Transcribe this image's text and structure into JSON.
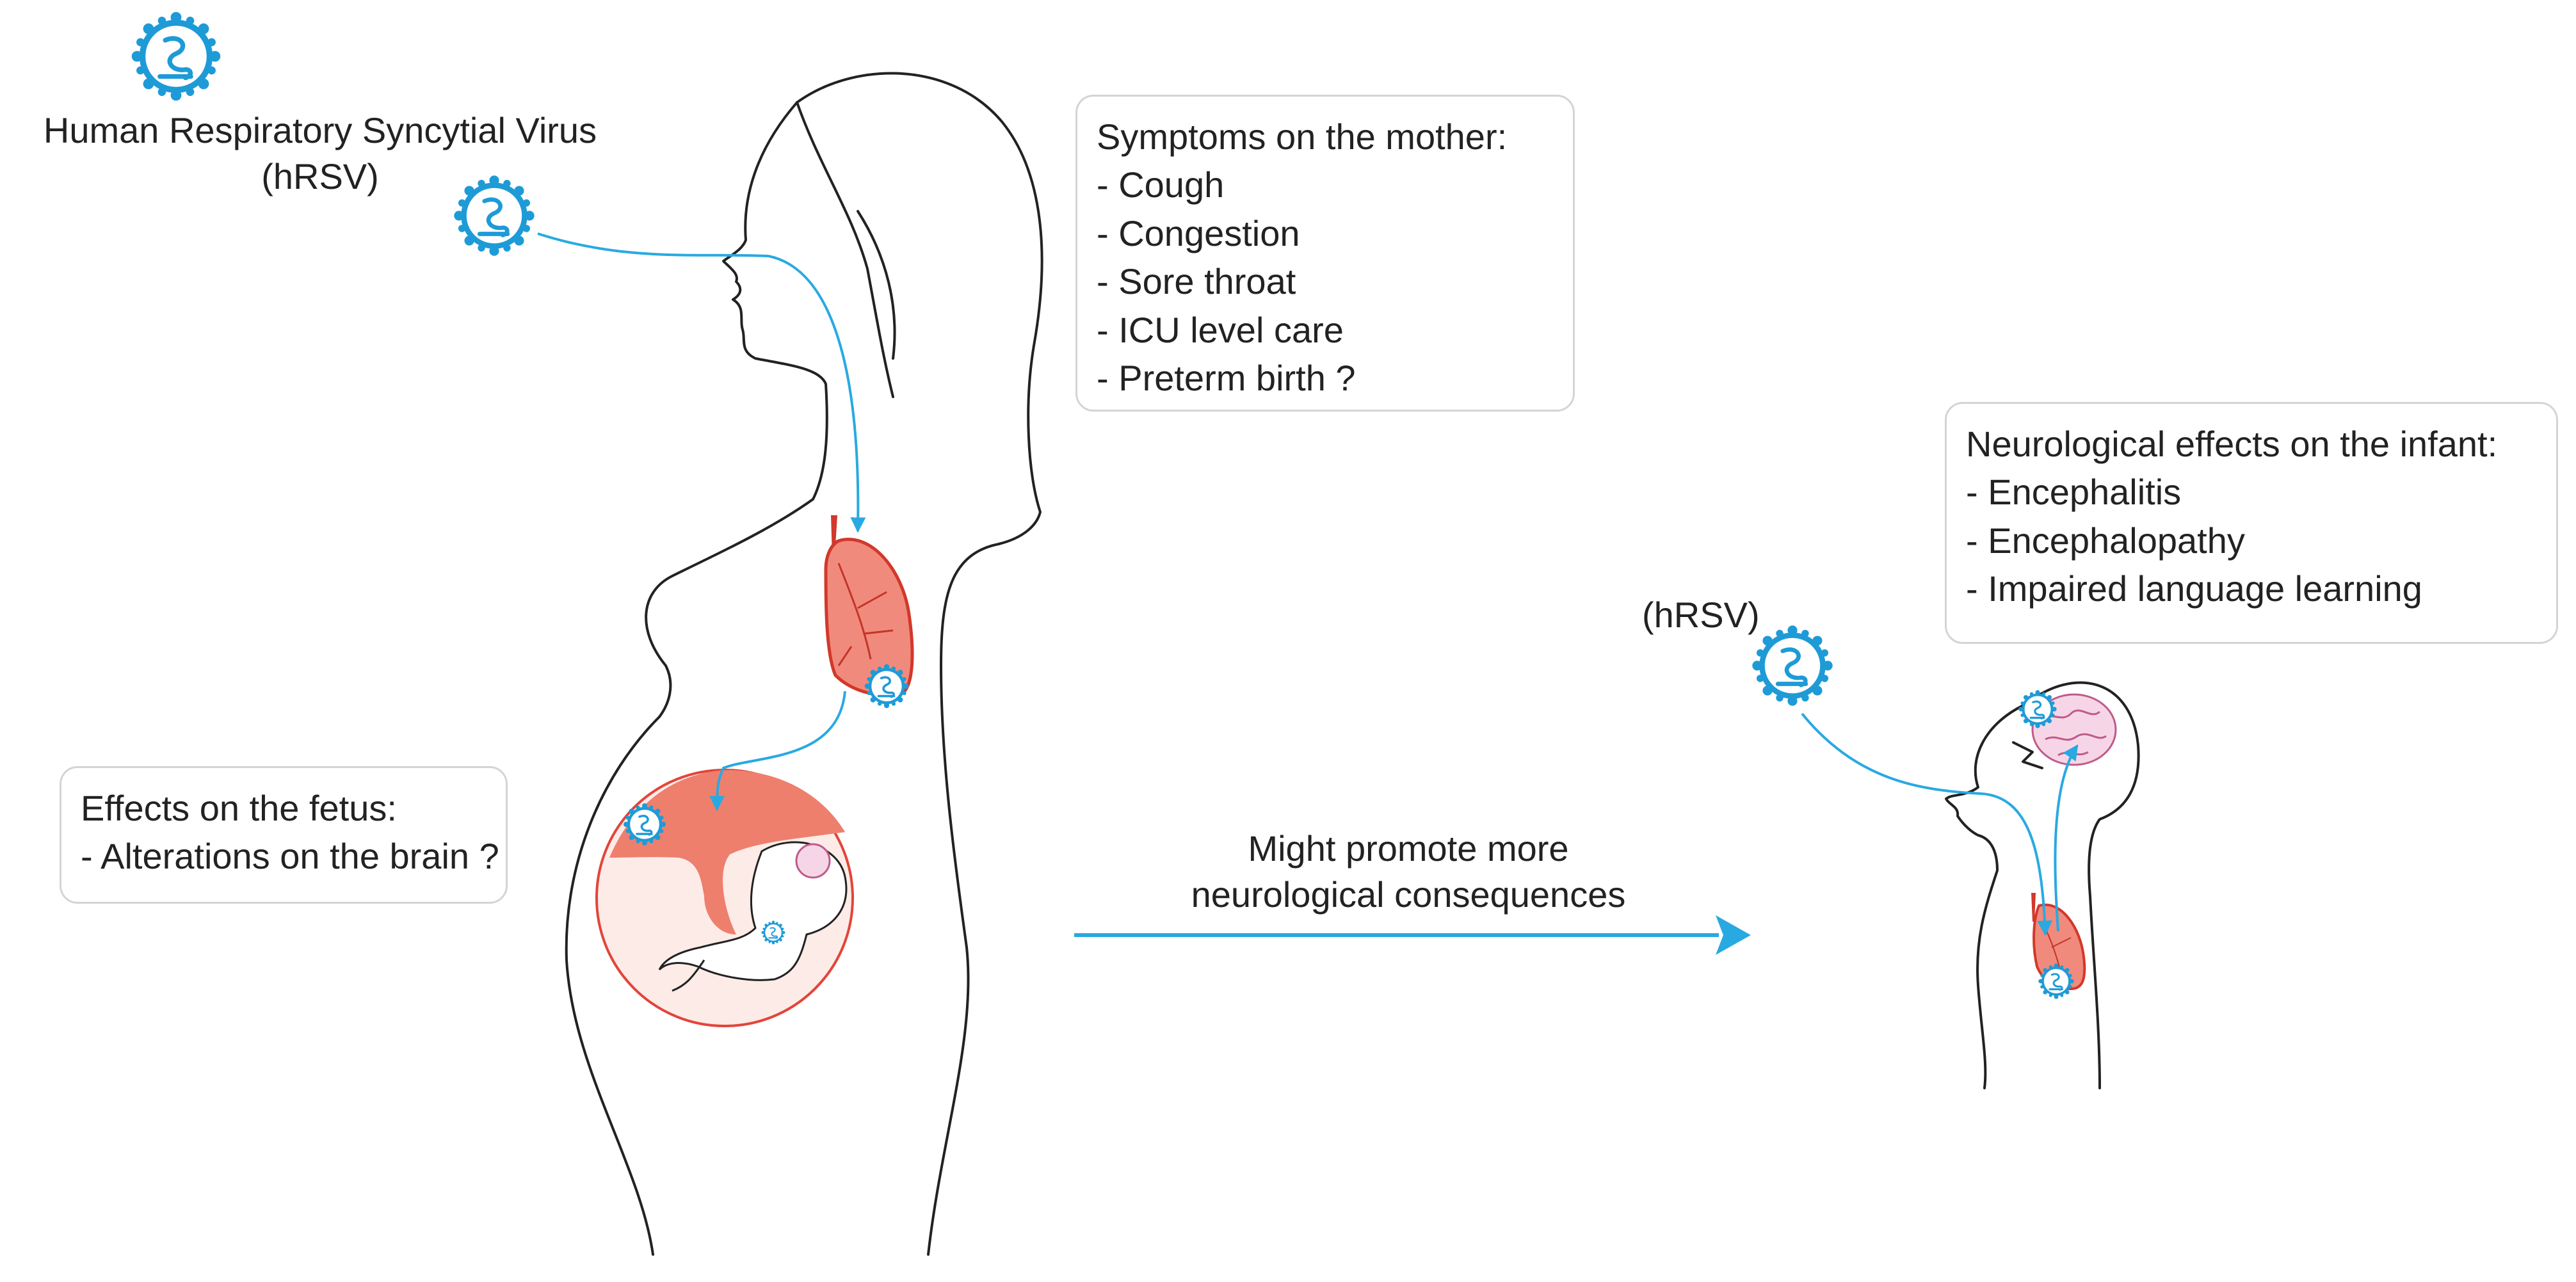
{
  "virus_label": {
    "name": "Human Respiratory Syncytial Virus",
    "abbr": "(hRSV)"
  },
  "infant_virus_label": "(hRSV)",
  "mother_box": {
    "title": "Symptoms on the mother:",
    "items": [
      "Cough",
      "Congestion",
      "Sore throat",
      "ICU level care",
      "Preterm birth ?"
    ]
  },
  "fetus_box": {
    "title": "Effects on the fetus:",
    "items": [
      "Alterations on the brain ?"
    ]
  },
  "infant_box": {
    "title": "Neurological effects on the infant:",
    "items": [
      "Encephalitis",
      "Encephalopathy",
      "Impaired language learning"
    ]
  },
  "arrow_caption": {
    "line1": "Might promote more",
    "line2": "neurological consequences"
  },
  "icons": [
    "virus-icon",
    "lung-icon",
    "brain-icon",
    "fetus-icon",
    "arrow-icon"
  ],
  "colors": {
    "virus": "#1e9bd7",
    "arrow": "#29a9e1",
    "lung_fill": "#f08a7c",
    "lung_stroke": "#d2382b",
    "womb_fill": "#fdebe7",
    "placenta": "#ee7f6d",
    "brain": "#f6d6e6",
    "outline": "#222222"
  }
}
